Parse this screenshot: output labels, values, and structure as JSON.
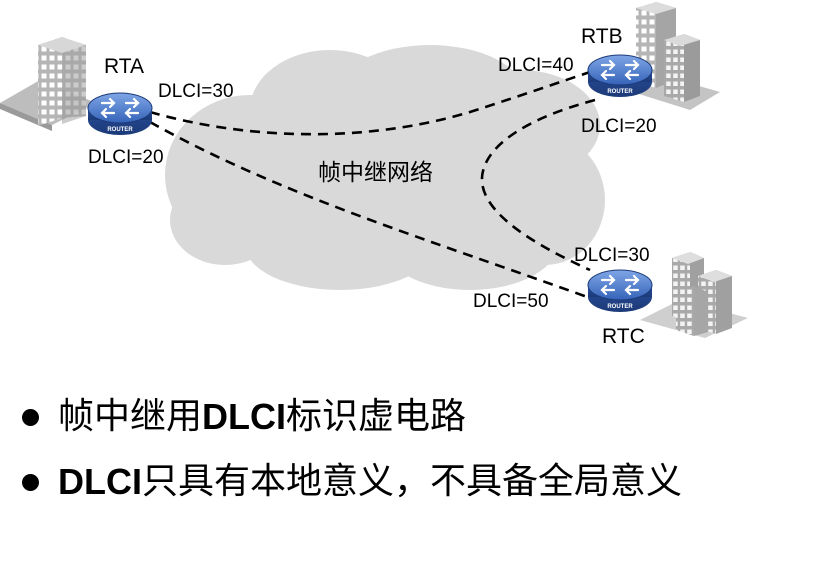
{
  "network": {
    "cloud_label": "帧中继网络",
    "device_badge": "ROUTER",
    "routers": [
      {
        "id": "rta",
        "name": "RTA"
      },
      {
        "id": "rtb",
        "name": "RTB"
      },
      {
        "id": "rtc",
        "name": "RTC"
      }
    ],
    "links": [
      {
        "from": "RTA",
        "to": "RTB",
        "from_dlci": "DLCI=30",
        "to_dlci": "DLCI=40"
      },
      {
        "from": "RTA",
        "to": "RTC",
        "from_dlci": "DLCI=20",
        "to_dlci": "DLCI=50"
      },
      {
        "from": "RTB",
        "to": "RTC",
        "from_dlci": "DLCI=20",
        "to_dlci": "DLCI=30"
      }
    ]
  },
  "bullets": [
    [
      {
        "t": "帧中继用",
        "bold": false
      },
      {
        "t": "DLCI",
        "bold": true
      },
      {
        "t": "标识虚电路",
        "bold": false
      }
    ],
    [
      {
        "t": "DLCI",
        "bold": true
      },
      {
        "t": "只具有本地意义，不具备全局意义",
        "bold": false
      }
    ]
  ],
  "colors": {
    "cloud": "#d9d9d9",
    "router_body": "#2f57a8",
    "router_top": "#4f7fd0",
    "building_gray": "#9a9a9a",
    "link": "#000000"
  }
}
